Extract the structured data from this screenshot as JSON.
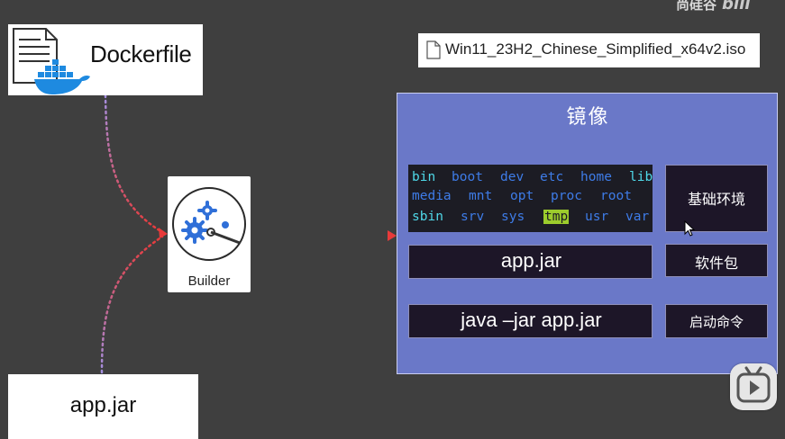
{
  "watermark": {
    "text": "尚硅谷",
    "logo_text": "bili"
  },
  "dockerfile": {
    "label": "Dockerfile",
    "icons": [
      "document-icon",
      "docker-whale-icon"
    ]
  },
  "builder": {
    "label": "Builder",
    "icon": "gears-icon"
  },
  "appjar_source": {
    "label": "app.jar"
  },
  "iso_file": {
    "label": "Win11_23H2_Chinese_Simplified_x64v2.iso",
    "icon": "file-icon"
  },
  "image": {
    "title": "镜像",
    "filesystem": {
      "rows": [
        [
          {
            "name": "bin",
            "color": "#4fd8e8"
          },
          {
            "name": "boot",
            "color": "#3e7ce8"
          },
          {
            "name": "dev",
            "color": "#3e7ce8"
          },
          {
            "name": "etc",
            "color": "#3e7ce8"
          },
          {
            "name": "home",
            "color": "#3e7ce8"
          },
          {
            "name": "lib",
            "color": "#4fd8e8"
          }
        ],
        [
          {
            "name": "media",
            "color": "#3e7ce8"
          },
          {
            "name": "mnt",
            "color": "#3e7ce8"
          },
          {
            "name": "opt",
            "color": "#3e7ce8"
          },
          {
            "name": "proc",
            "color": "#3e7ce8"
          },
          {
            "name": "root",
            "color": "#3e7ce8"
          }
        ],
        [
          {
            "name": "sbin",
            "color": "#4fd8e8"
          },
          {
            "name": "srv",
            "color": "#3e7ce8"
          },
          {
            "name": "sys",
            "color": "#3e7ce8"
          },
          {
            "name": "tmp",
            "color": "#1c1c24",
            "highlight": "#9ccc2c"
          },
          {
            "name": "usr",
            "color": "#3e7ce8"
          },
          {
            "name": "var",
            "color": "#3e7ce8"
          }
        ]
      ]
    },
    "base_env_label": "基础环境",
    "appjar_layer_label": "app.jar",
    "package_label": "软件包",
    "command_layer_label": "java –jar app.jar",
    "startup_command_label": "启动命令"
  },
  "colors": {
    "background": "#3f3f3f",
    "panel": "#6a78c8",
    "arrow_purple": "#b08ed8",
    "arrow_red": "#e63a3a"
  }
}
